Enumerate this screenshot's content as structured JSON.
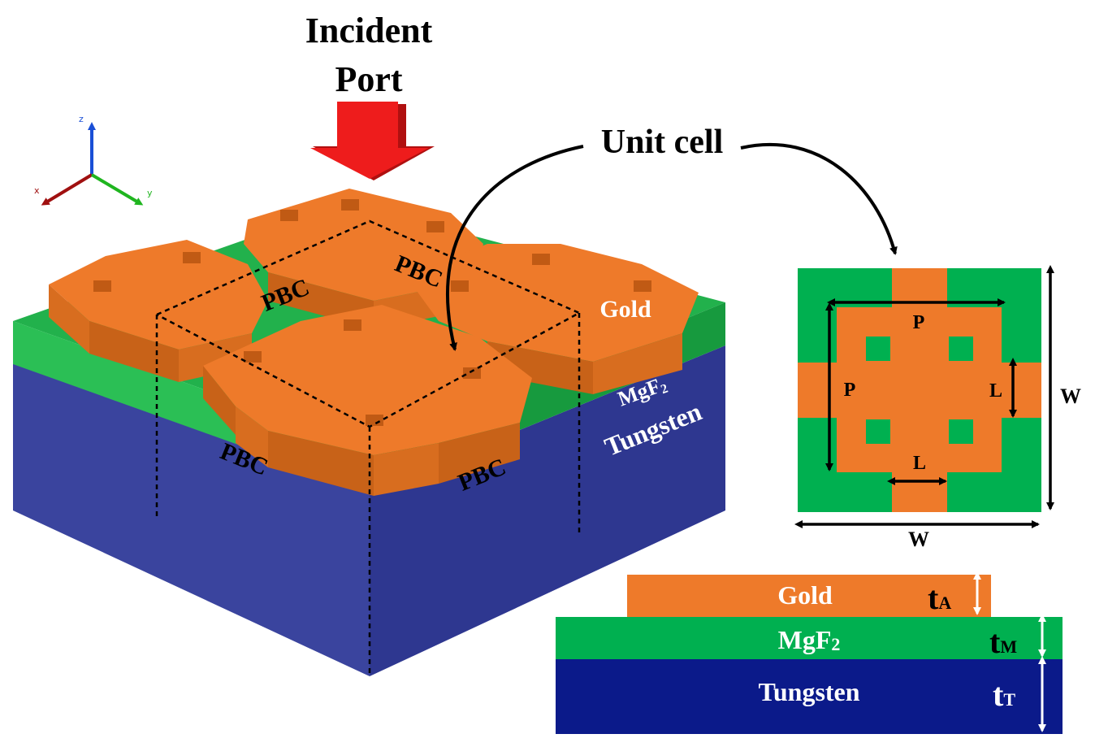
{
  "title": {
    "line1": "Incident",
    "line2": "Port"
  },
  "axes": {
    "z": "z",
    "x": "x",
    "y": "y"
  },
  "structure3d": {
    "pbc_back_left": "PBC",
    "pbc_back_right": "PBC",
    "pbc_front_left": "PBC",
    "pbc_front_right": "PBC",
    "gold": "Gold",
    "mgf2_main": "MgF",
    "mgf2_sub": "2",
    "tungsten": "Tungsten"
  },
  "unit_cell": {
    "label": "Unit cell",
    "p_horizontal": "P",
    "p_vertical": "P",
    "l_right": "L",
    "l_bottom": "L",
    "w_right": "W",
    "w_bottom": "W"
  },
  "cross_section": {
    "gold": "Gold",
    "mgf2_main": "MgF",
    "mgf2_sub": "2",
    "tungsten": "Tungsten",
    "t_a_main": "t",
    "t_a_sub": "A",
    "t_m_main": "t",
    "t_m_sub": "M",
    "t_t_main": "t",
    "t_t_sub": "T"
  },
  "colors": {
    "gold": "#ee7a2a",
    "gold_dark": "#c85f16",
    "mgf2": "#22b14c",
    "mgf2_dark": "#168a36",
    "tungsten": "#3a449e",
    "tungsten_dark": "#2b3487",
    "tungsten_section": "#0b1a8a",
    "arrow_red": "#ee1c1c"
  }
}
